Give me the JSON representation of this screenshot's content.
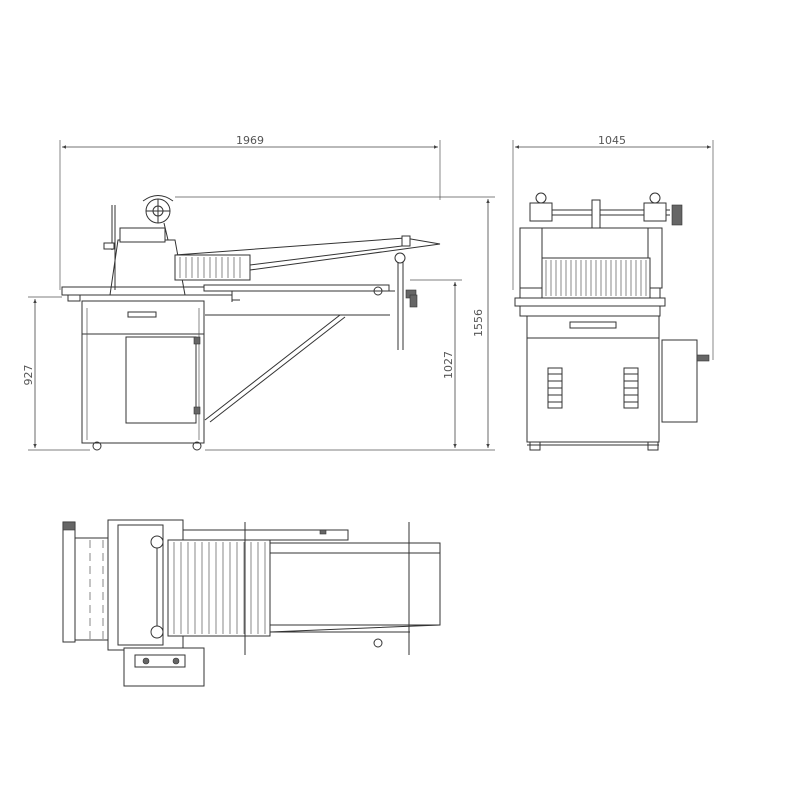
{
  "drawing": {
    "dimensions": {
      "side_width": "1969",
      "front_width": "1045",
      "table_height": "927",
      "arm_height": "1027",
      "total_height": "1556"
    }
  }
}
